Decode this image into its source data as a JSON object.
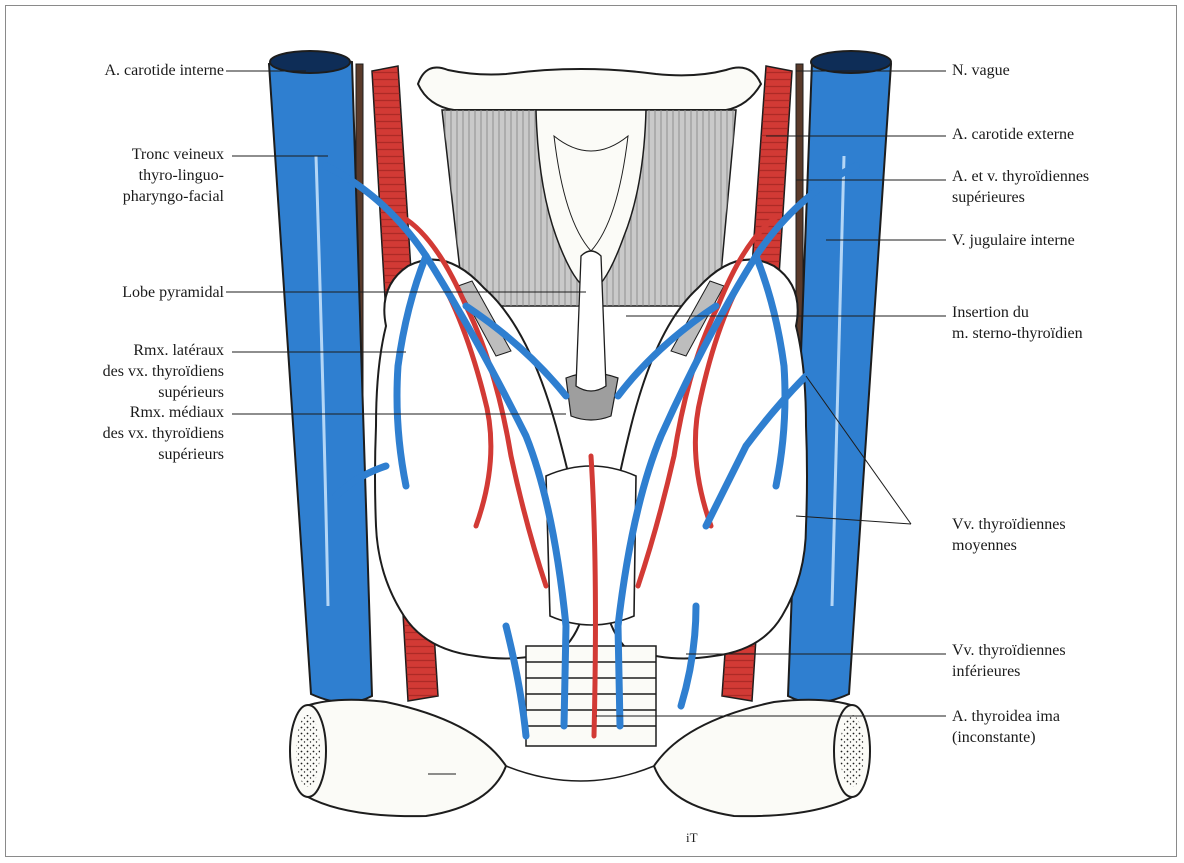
{
  "colors": {
    "vein": "#2f7fd0",
    "artery": "#d23a35",
    "tissue": "#ffffff",
    "bone": "#fbfbf7",
    "muscle": "#c9c9c9",
    "outline": "#1d1d1d"
  },
  "labels_left": {
    "carotide_interne": "A. carotide interne",
    "tronc_veineux": [
      "Tronc veineux",
      "thyro-linguo-",
      "pharyngo-facial"
    ],
    "lobe_pyramidal": "Lobe pyramidal",
    "rmx_lateraux": [
      "Rmx. latéraux",
      "des vx. thyroïdiens",
      "supérieurs"
    ],
    "rmx_mediaux": [
      "Rmx. médiaux",
      "des vx. thyroïdiens",
      "supérieurs"
    ]
  },
  "labels_right": {
    "n_vague": "N. vague",
    "carotide_externe": "A. carotide externe",
    "av_thyroidiennes_sup": [
      "A. et v. thyroïdiennes",
      "supérieures"
    ],
    "v_jugulaire_interne": "V. jugulaire interne",
    "insertion": [
      "Insertion du",
      "m. sterno-thyroïdien"
    ],
    "vv_moyennes": [
      "Vv. thyroïdiennes",
      "moyennes"
    ],
    "vv_inferieures": [
      "Vv. thyroïdiennes",
      "inférieures"
    ],
    "thyroidea_ima": [
      "A. thyroidea ima",
      "(inconstante)"
    ]
  },
  "artist_signature": "iT"
}
